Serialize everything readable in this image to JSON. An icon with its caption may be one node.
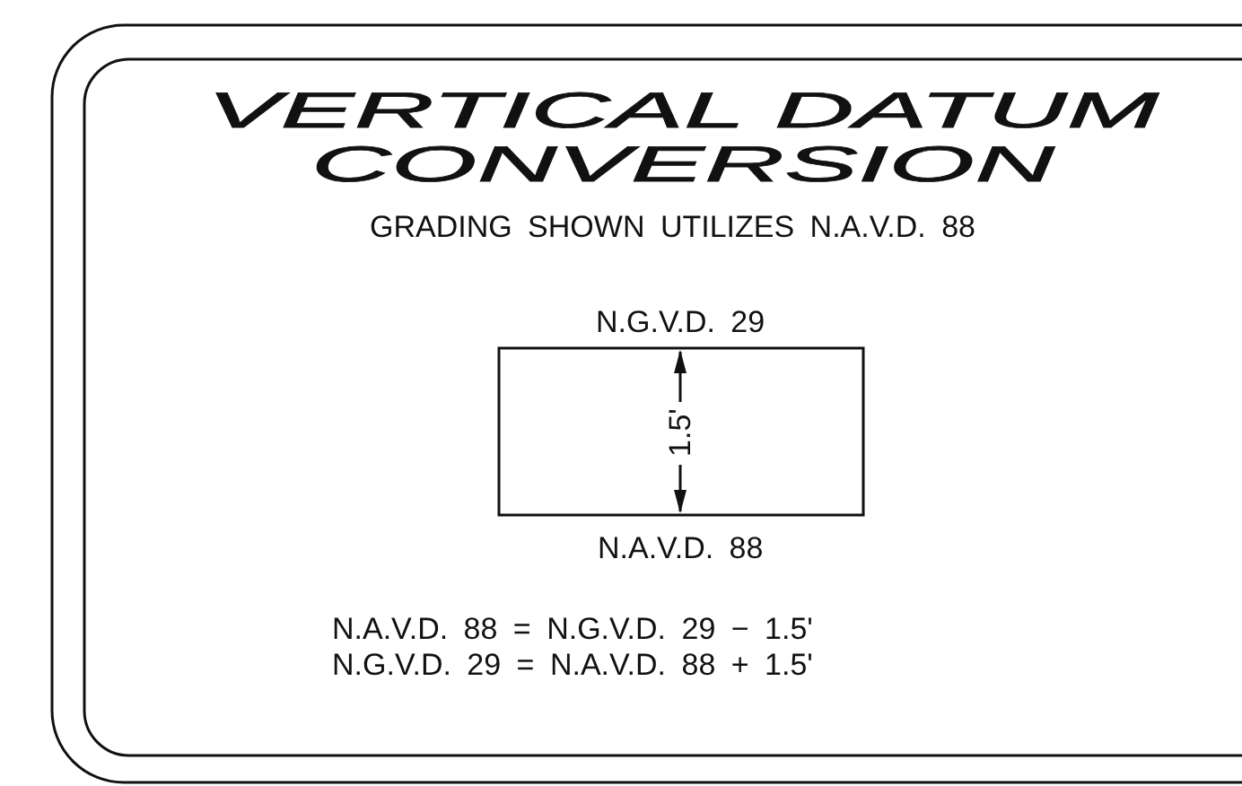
{
  "diagram": {
    "title": "VERTICAL DATUM CONVERSION",
    "labels": [
      "GRADING SHOWN UTILIZES N.A.V.D. 88",
      "N.G.V.D. 29",
      "1.5'",
      "N.A.V.D. 88",
      "N.A.V.D. 88 = N.G.V.D. 29 − 1.5'",
      "N.G.V.D. 29 = N.A.V.D. 88 + 1.5'"
    ]
  }
}
